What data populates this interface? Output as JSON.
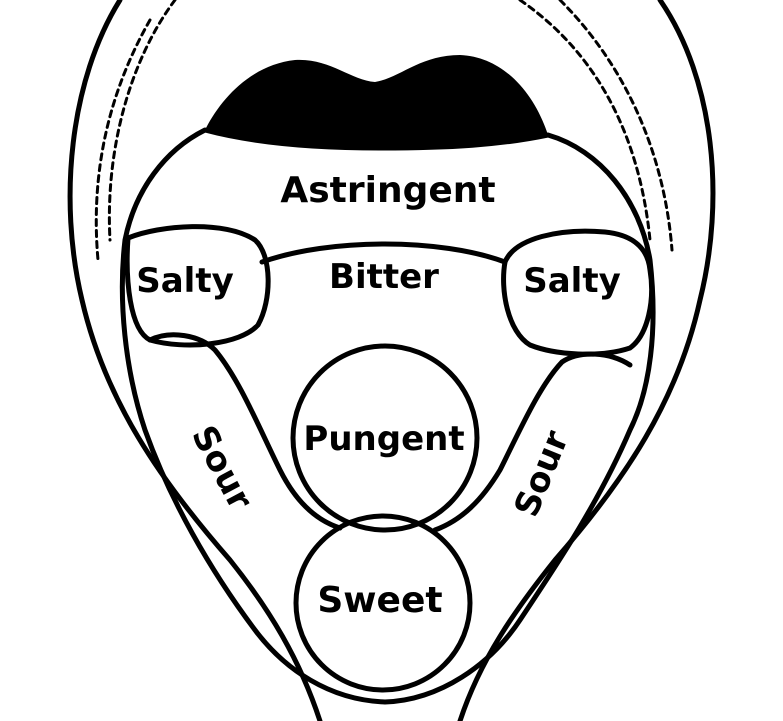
{
  "regions": {
    "astringent": "Astringent",
    "bitter": "Bitter",
    "salty_left": "Salty",
    "salty_right": "Salty",
    "sour_left": "Sour",
    "sour_right": "Sour",
    "pungent": "Pungent",
    "sweet": "Sweet"
  },
  "colors": {
    "ink": "#000000",
    "paper": "#ffffff"
  }
}
